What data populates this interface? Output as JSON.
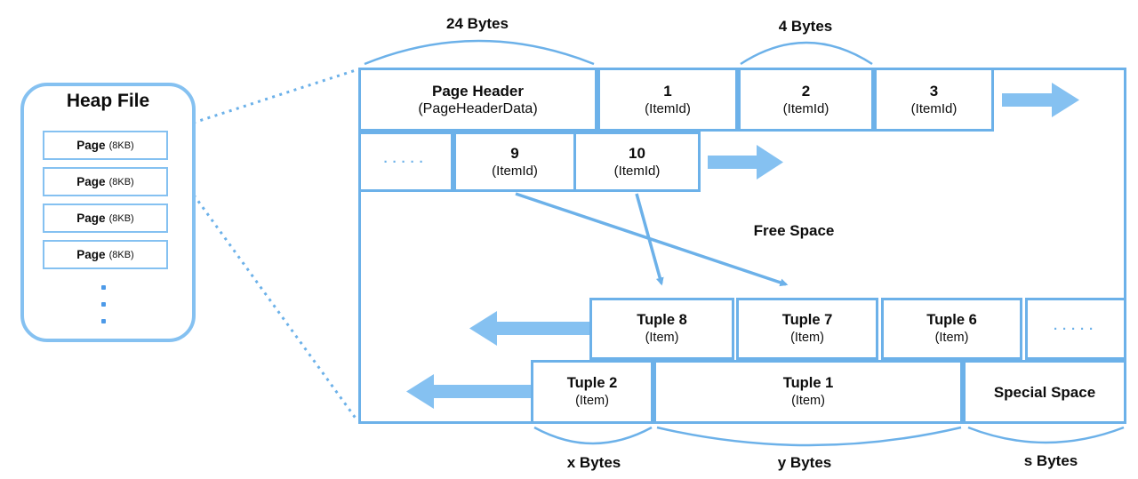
{
  "colors": {
    "line": "#6cb1e9",
    "arrow": "#85c1f1",
    "dots": "#4d9ae8",
    "text": "#0c0c0c"
  },
  "heap_file": {
    "title": "Heap File",
    "pages": [
      {
        "name": "Page",
        "size": "(8KB)"
      },
      {
        "name": "Page",
        "size": "(8KB)"
      },
      {
        "name": "Page",
        "size": "(8KB)"
      },
      {
        "name": "Page",
        "size": "(8KB)"
      }
    ]
  },
  "page": {
    "annotations": {
      "header_size": "24 Bytes",
      "itemid_size": "4 Bytes",
      "free_space": "Free Space",
      "tuple_x_size": "x Bytes",
      "tuple_y_size": "y Bytes",
      "special_size": "s Bytes"
    },
    "header_row": [
      {
        "title": "Page Header",
        "subtitle": "(PageHeaderData)"
      },
      {
        "title": "1",
        "subtitle": "(ItemId)"
      },
      {
        "title": "2",
        "subtitle": "(ItemId)"
      },
      {
        "title": "3",
        "subtitle": "(ItemId)"
      }
    ],
    "itemid_row": [
      {
        "title": "·····",
        "subtitle": ""
      },
      {
        "title": "9",
        "subtitle": "(ItemId)"
      },
      {
        "title": "10",
        "subtitle": "(ItemId)"
      }
    ],
    "tuple_row_upper": [
      {
        "title": "Tuple 8",
        "subtitle": "(Item)"
      },
      {
        "title": "Tuple 7",
        "subtitle": "(Item)"
      },
      {
        "title": "Tuple 6",
        "subtitle": "(Item)"
      },
      {
        "title": "·····",
        "subtitle": ""
      }
    ],
    "tuple_row_lower": [
      {
        "title": "Tuple 2",
        "subtitle": "(Item)"
      },
      {
        "title": "Tuple 1",
        "subtitle": "(Item)"
      },
      {
        "title": "Special Space",
        "subtitle": ""
      }
    ]
  }
}
